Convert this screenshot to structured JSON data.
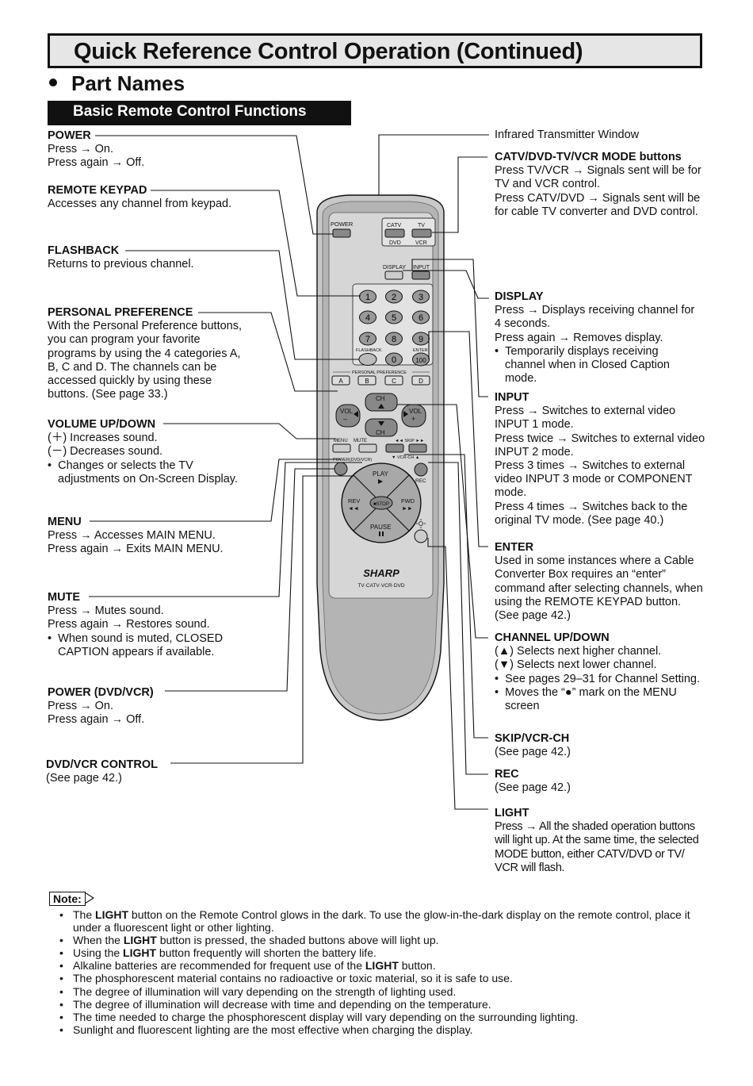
{
  "page_title": "Quick Reference Control Operation (Continued)",
  "section_title": "Part Names",
  "band_title": "Basic Remote Control Functions",
  "left": [
    {
      "heading": "POWER",
      "lines": [
        "Press → On.",
        "Press again → Off."
      ]
    },
    {
      "heading": "REMOTE KEYPAD",
      "lines": [
        "Accesses any channel from keypad."
      ]
    },
    {
      "heading": "FLASHBACK",
      "lines": [
        "Returns to previous channel."
      ]
    },
    {
      "heading": "PERSONAL PREFERENCE",
      "lines": [
        "With the Personal Preference buttons,",
        "you can program your favorite",
        "programs by using the 4 categories A,",
        "B, C and D. The channels can be",
        "accessed quickly by using these",
        "buttons. (See page 33.)"
      ]
    },
    {
      "heading": "VOLUME UP/DOWN",
      "lines": [
        "(＋) Increases sound.",
        "(－) Decreases sound."
      ],
      "bullets": [
        "Changes or selects the TV adjustments on On-Screen Display."
      ]
    },
    {
      "heading": "MENU",
      "lines": [
        "Press → Accesses MAIN MENU.",
        "Press again → Exits MAIN MENU."
      ]
    },
    {
      "heading": "MUTE",
      "lines": [
        "Press → Mutes sound.",
        "Press again → Restores sound."
      ],
      "bullets": [
        "When sound is muted, CLOSED CAPTION appears if available."
      ]
    },
    {
      "heading": "POWER (DVD/VCR)",
      "lines": [
        "Press → On.",
        "Press again → Off."
      ]
    },
    {
      "heading": "DVD/VCR CONTROL",
      "lines": [
        "(See page 42.)"
      ]
    }
  ],
  "right": [
    {
      "heading": "",
      "lines": [
        "Infrared Transmitter Window"
      ]
    },
    {
      "heading": "CATV/DVD-TV/VCR MODE buttons",
      "lines": [
        "Press TV/VCR → Signals sent will be for",
        "TV and VCR control.",
        "Press CATV/DVD → Signals sent will be",
        "for cable TV converter and DVD control."
      ]
    },
    {
      "heading": "DISPLAY",
      "lines": [
        "Press → Displays receiving channel for",
        "4 seconds.",
        "Press again →  Removes display."
      ],
      "bullets": [
        "Temporarily displays receiving channel when in Closed Caption mode."
      ]
    },
    {
      "heading": "INPUT",
      "lines": [
        "Press → Switches to external video",
        "INPUT 1 mode.",
        "Press twice → Switches to external video",
        "INPUT 2 mode.",
        "Press 3 times → Switches to external",
        "video INPUT 3 mode or COMPONENT",
        "mode.",
        "Press 4 times → Switches back to the",
        "original TV mode. (See page 40.)"
      ]
    },
    {
      "heading": "ENTER",
      "lines": [
        "Used in some instances where a Cable",
        "Converter Box requires an “enter”",
        "command after selecting channels, when",
        "using the REMOTE KEYPAD button.",
        "(See page 42.)"
      ]
    },
    {
      "heading": "CHANNEL UP/DOWN",
      "lines": [
        "(▲) Selects next higher channel.",
        "(▼) Selects next lower channel."
      ],
      "bullets": [
        "See pages 29–31 for Channel Setting.",
        "Moves the “●” mark on the MENU screen"
      ]
    },
    {
      "heading": "SKIP/VCR-CH",
      "lines": [
        "(See page 42.)"
      ]
    },
    {
      "heading": "REC",
      "lines": [
        "(See page 42.)"
      ]
    },
    {
      "heading": "LIGHT",
      "lines": [
        "Press → All the shaded operation buttons",
        "will light up. At the same time, the selected",
        "MODE button, either CATV/DVD or TV/",
        "VCR will flash."
      ]
    }
  ],
  "remote": {
    "power": "POWER",
    "catv": "CATV",
    "tv": "TV",
    "dvd": "DVD",
    "vcr": "VCR",
    "display": "DISPLAY",
    "input": "INPUT",
    "keys": [
      "1",
      "2",
      "3",
      "4",
      "5",
      "6",
      "7",
      "8",
      "9",
      "0",
      "100"
    ],
    "flashback": "FLASHBACK",
    "enter": "ENTER",
    "pref": "PERSONAL PREFERENCE",
    "abcd": [
      "A",
      "B",
      "C",
      "D"
    ],
    "ch": "CH",
    "vol": "VOL",
    "minus": "–",
    "plus": "+",
    "menu": "MENU",
    "mute": "MUTE",
    "skip": "◄◄ SKIP ►►",
    "vcrch": "▼ VCR-CH ▲",
    "power_dvdvcr": "POWER(DVD/VCR)",
    "rec": "REC",
    "play": "PLAY",
    "rev": "REV",
    "stop": "■STOP",
    "fwd": "FWD",
    "pause": "PAUSE",
    "brand": "SHARP",
    "model": "TV·CATV·VCR·DVD"
  },
  "note_label": "Note:",
  "notes": [
    [
      {
        "t": "The "
      },
      {
        "t": "LIGHT",
        "b": true
      },
      {
        "t": " button on the Remote Control glows in the dark. To use the glow-in-the-dark display on the remote control, place it under a fluorescent light or other lighting."
      }
    ],
    [
      {
        "t": "When the "
      },
      {
        "t": "LIGHT",
        "b": true
      },
      {
        "t": " button is pressed, the shaded buttons above will light up."
      }
    ],
    [
      {
        "t": "Using the "
      },
      {
        "t": "LIGHT",
        "b": true
      },
      {
        "t": " button frequently will shorten the battery life."
      }
    ],
    [
      {
        "t": "Alkaline batteries are recommended for frequent use of the "
      },
      {
        "t": "LIGHT",
        "b": true
      },
      {
        "t": " button."
      }
    ],
    [
      {
        "t": "The phosphorescent material contains no radioactive or toxic material, so it is safe to use."
      }
    ],
    [
      {
        "t": "The degree of illumination will vary depending on the strength of lighting used."
      }
    ],
    [
      {
        "t": "The degree of illumination will decrease with time and depending on the temperature."
      }
    ],
    [
      {
        "t": "The time needed to charge the phosphorescent display will vary depending on the surrounding lighting."
      }
    ],
    [
      {
        "t": "Sunlight and fluorescent lighting are the most effective when charging the display."
      }
    ]
  ]
}
